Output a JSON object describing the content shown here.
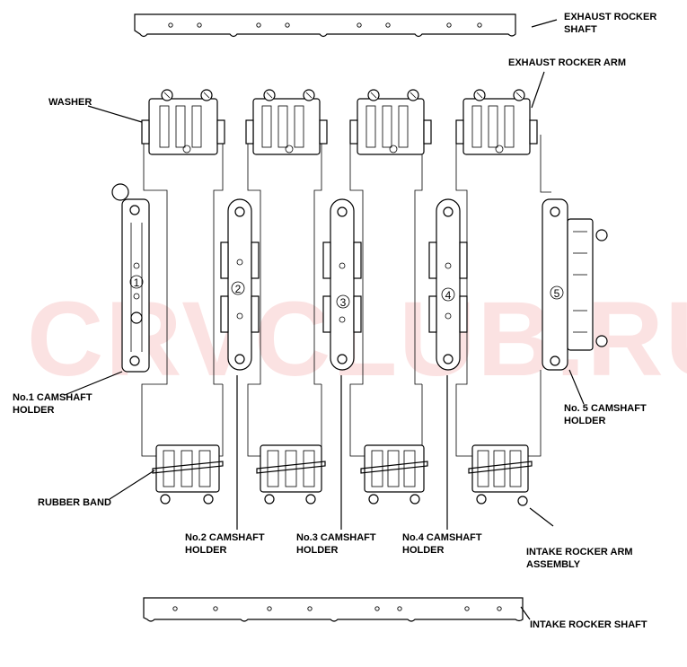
{
  "watermark": "CRVCLUB.RU",
  "labels": {
    "exhaust_rocker_shaft_1": "EXHAUST ROCKER",
    "exhaust_rocker_shaft_2": "SHAFT",
    "exhaust_rocker_arm": "EXHAUST ROCKER ARM",
    "washer": "WASHER",
    "camshaft_holder_1_1": "No.1 CAMSHAFT",
    "camshaft_holder_1_2": "HOLDER",
    "camshaft_holder_5_1": "No. 5 CAMSHAFT",
    "camshaft_holder_5_2": "HOLDER",
    "rubber_band": "RUBBER BAND",
    "camshaft_holder_2_1": "No.2 CAMSHAFT",
    "camshaft_holder_2_2": "HOLDER",
    "camshaft_holder_3_1": "No.3 CAMSHAFT",
    "camshaft_holder_3_2": "HOLDER",
    "camshaft_holder_4_1": "No.4 CAMSHAFT",
    "camshaft_holder_4_2": "HOLDER",
    "intake_rocker_arm_1": "INTAKE ROCKER ARM",
    "intake_rocker_arm_2": "ASSEMBLY",
    "intake_rocker_shaft": "INTAKE ROCKER SHAFT"
  },
  "holder_numbers": [
    "1",
    "2",
    "3",
    "4",
    "5"
  ]
}
